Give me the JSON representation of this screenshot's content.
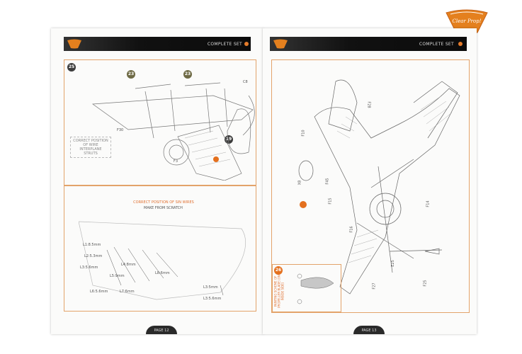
{
  "left_page": {
    "header": "COMPLETE SET",
    "step_main": "25",
    "sub_steps": [
      "23",
      "23",
      "19"
    ],
    "parts": [
      "C8",
      "F30",
      "F3"
    ],
    "note_box": "CORRECT POSITION OF WIRE INTERPLANE STRUTS",
    "section2_title": "CORRECT POSITION OF SIN WIRES",
    "section2_subtitle": "MAKE FROM SCRATCH",
    "wire_labels": [
      "L1:8.5mm",
      "L2:5.3mm",
      "L3:5.6mm",
      "L4:8mm",
      "L5:9mm",
      "L6:5.6mm",
      "L7:6mm",
      "L8:6mm",
      "L3:5mm",
      "L3:5.6mm"
    ],
    "page_no": "PAGE 12"
  },
  "right_page": {
    "header": "COMPLETE SET",
    "parts": [
      "F28",
      "F10",
      "X8",
      "F45",
      "F15",
      "F16",
      "F14",
      "E25",
      "F27",
      "F25"
    ],
    "side_step": "26",
    "side_note": "PAINTING SCHEME OF PROPELLER BLADE (ON INSIDE SIDE)",
    "page_no": "PAGE 13"
  },
  "logo_text": "Clear Prop!",
  "colors": {
    "accent": "#e4701e",
    "frame": "#e3a36a",
    "band": "#111111"
  }
}
